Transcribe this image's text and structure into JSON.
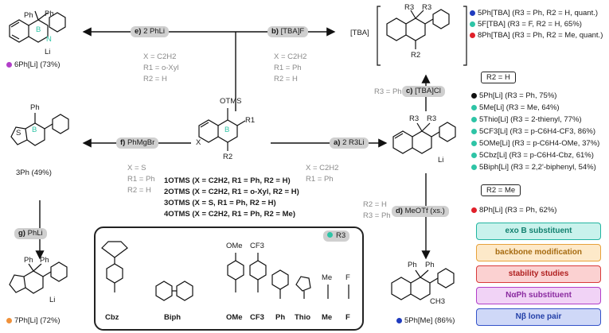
{
  "reactions": {
    "e": {
      "letter": "e)",
      "reagent": "2 PhLi",
      "conditions": [
        "X = C2H2",
        "R1 = o-Xyl",
        "R2 = H"
      ]
    },
    "b": {
      "letter": "b)",
      "reagent": "[TBA]F",
      "conditions": [
        "X = C2H2",
        "R1 = Ph",
        "R2 = H"
      ]
    },
    "f": {
      "letter": "f)",
      "reagent": "PhMgBr",
      "conditions": [
        "X = S",
        "R1 = Ph",
        "R2 = H"
      ]
    },
    "a": {
      "letter": "a)",
      "reagent": "2 R3Li",
      "conditions": [
        "X = C2H2",
        "R1 = Ph"
      ]
    },
    "c": {
      "letter": "c)",
      "reagent": "[TBA]Cl",
      "conditions": [
        "R3 = Ph"
      ]
    },
    "d": {
      "letter": "d)",
      "reagent": "MeOTf (xs.)",
      "conditions": [
        "R2 = H",
        "R3 = Ph"
      ]
    },
    "g": {
      "letter": "g)",
      "reagent": "PhLi"
    }
  },
  "products": {
    "p6Ph": {
      "label": "6Ph[Li] (73%)",
      "color": "#b23ec9"
    },
    "p3Ph": {
      "label": "3Ph (49%)"
    },
    "p7Ph": {
      "label": "7Ph[Li] (72%)",
      "color": "#f0913a"
    },
    "p5PhMe": {
      "label": "5Ph[Me] (86%)",
      "color": "#1f3bbf"
    }
  },
  "starting": {
    "otms": "OTMS",
    "list": [
      "1OTMS (X = C2H2, R1 = Ph, R2 = H)",
      "2OTMS (X = C2H2, R1 = o-Xyl, R2 = H)",
      "3OTMS (X = S, R1 = Ph, R2 = H)",
      "4OTMS (X = C2H2, R1 = Ph, R2 = Me)"
    ]
  },
  "tba": {
    "prefix": "[TBA]",
    "items": [
      {
        "label": "5Ph[TBA] (R3 = Ph, R2 = H, quant.)",
        "color": "#1f3bbf"
      },
      {
        "label": "5F[TBA] (R3 = F, R2 = H, 65%)",
        "color": "#2ec4a6"
      },
      {
        "label": "8Ph[TBA] (R3 = Ph, R2 = Me, quant.)",
        "color": "#e0202a"
      }
    ]
  },
  "li_series": {
    "header": "R2 = H",
    "items": [
      {
        "label": "5Ph[Li] (R3 = Ph, 75%)",
        "color": "#111111"
      },
      {
        "label": "5Me[Li] (R3 = Me, 64%)",
        "color": "#2ec4a6"
      },
      {
        "label": "5Thio[Li] (R3 = 2-thienyl, 77%)",
        "color": "#2ec4a6"
      },
      {
        "label": "5CF3[Li] (R3 = p-C6H4-CF3, 86%)",
        "color": "#2ec4a6"
      },
      {
        "label": "5OMe[Li] (R3 = p-C6H4-OMe, 37%)",
        "color": "#2ec4a6"
      },
      {
        "label": "5Cbz[Li] (R3 = p-C6H4-Cbz, 61%)",
        "color": "#2ec4a6"
      },
      {
        "label": "5Biph[Li] (R3 = 2,2'-biphenyl, 54%)",
        "color": "#2ec4a6"
      }
    ],
    "header2": "R2 = Me",
    "item2": {
      "label": "8Ph[Li] (R3 = Ph, 62%)",
      "color": "#e0202a"
    }
  },
  "substituents": {
    "title": "R3",
    "items": [
      "Cbz",
      "Biph",
      "OMe",
      "CF3",
      "Ph",
      "Thio",
      "Me",
      "F"
    ],
    "top_labels": {
      "ome": "OMe",
      "cf3": "CF3",
      "me": "Me",
      "f": "F"
    }
  },
  "atoms": {
    "ph": "Ph",
    "r1": "R1",
    "r2": "R2",
    "r3": "R3",
    "b": "B",
    "n": "N",
    "li": "Li",
    "x": "X",
    "ch3": "CH3",
    "s": "S"
  },
  "legend": [
    {
      "label": "exo B substituent",
      "bg": "#c9f2ec",
      "border": "#22b5a0"
    },
    {
      "label": "backbone modification",
      "bg": "#fde9c9",
      "border": "#e7a23b"
    },
    {
      "label": "stability studies",
      "bg": "#fbd1d1",
      "border": "#d83a3a"
    },
    {
      "label": "NαPh substituent",
      "bg": "#f1d3f6",
      "border": "#b23ec9"
    },
    {
      "label": "Nβ lone pair",
      "bg": "#cfd8f7",
      "border": "#3452c9"
    }
  ]
}
